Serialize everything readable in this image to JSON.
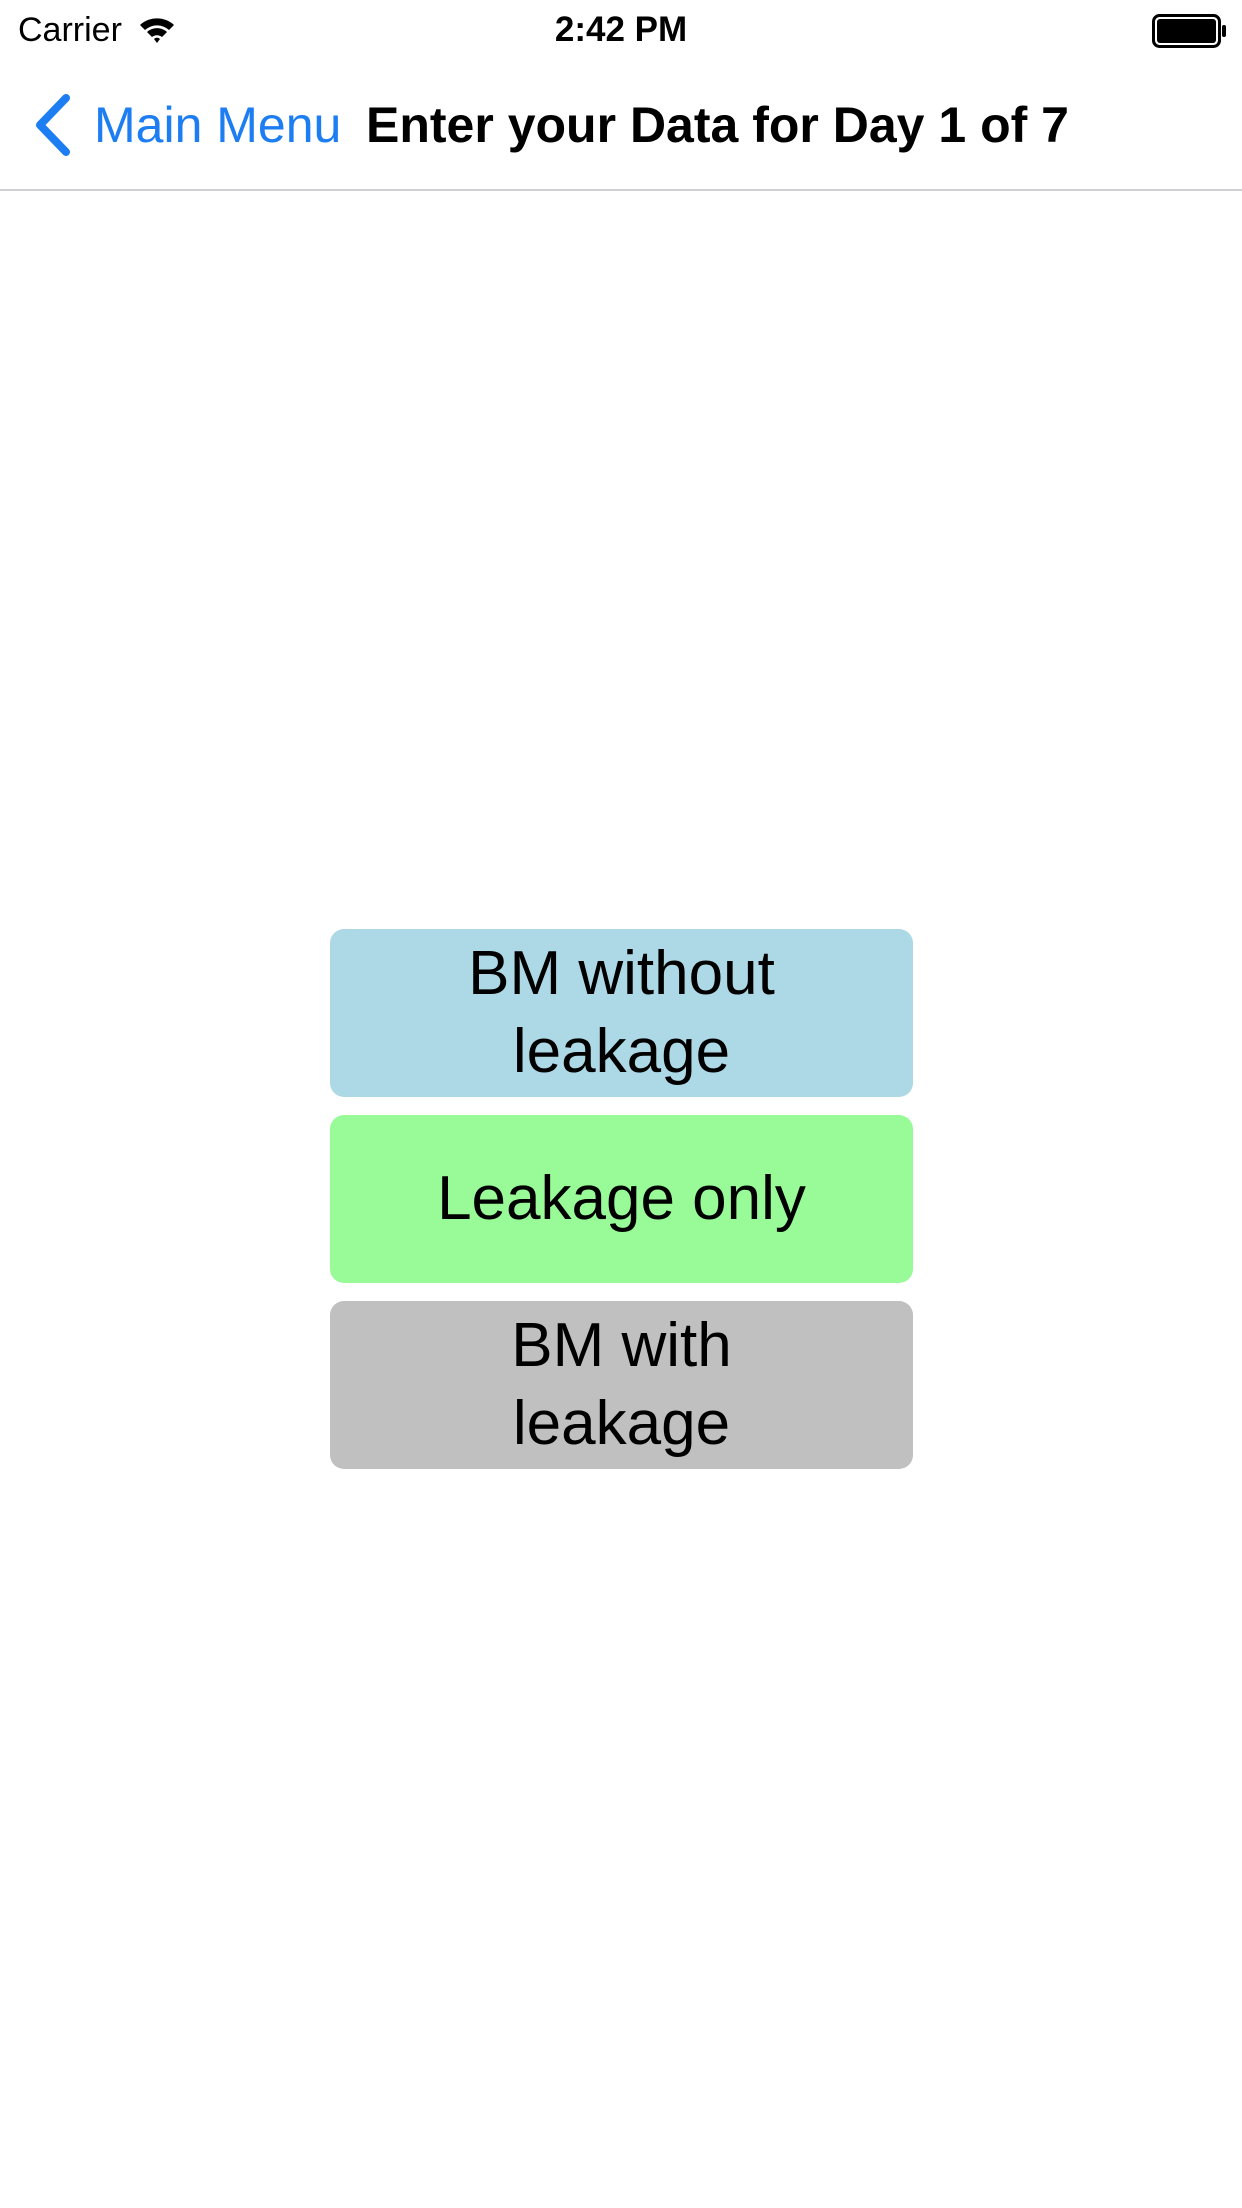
{
  "status_bar": {
    "carrier": "Carrier",
    "time": "2:42 PM",
    "icons": [
      "wifi-icon",
      "battery-icon"
    ]
  },
  "nav_bar": {
    "back_label": "Main Menu",
    "back_icon": "chevron-left-icon",
    "title": "Enter your Data for Day 1 of 7",
    "accent_color": "#1d7df2"
  },
  "options": [
    {
      "label": "BM without leakage",
      "color": "#add8e6"
    },
    {
      "label": "Leakage only",
      "color": "#98fb98"
    },
    {
      "label": "BM with leakage",
      "color": "#c0c0c0"
    }
  ]
}
